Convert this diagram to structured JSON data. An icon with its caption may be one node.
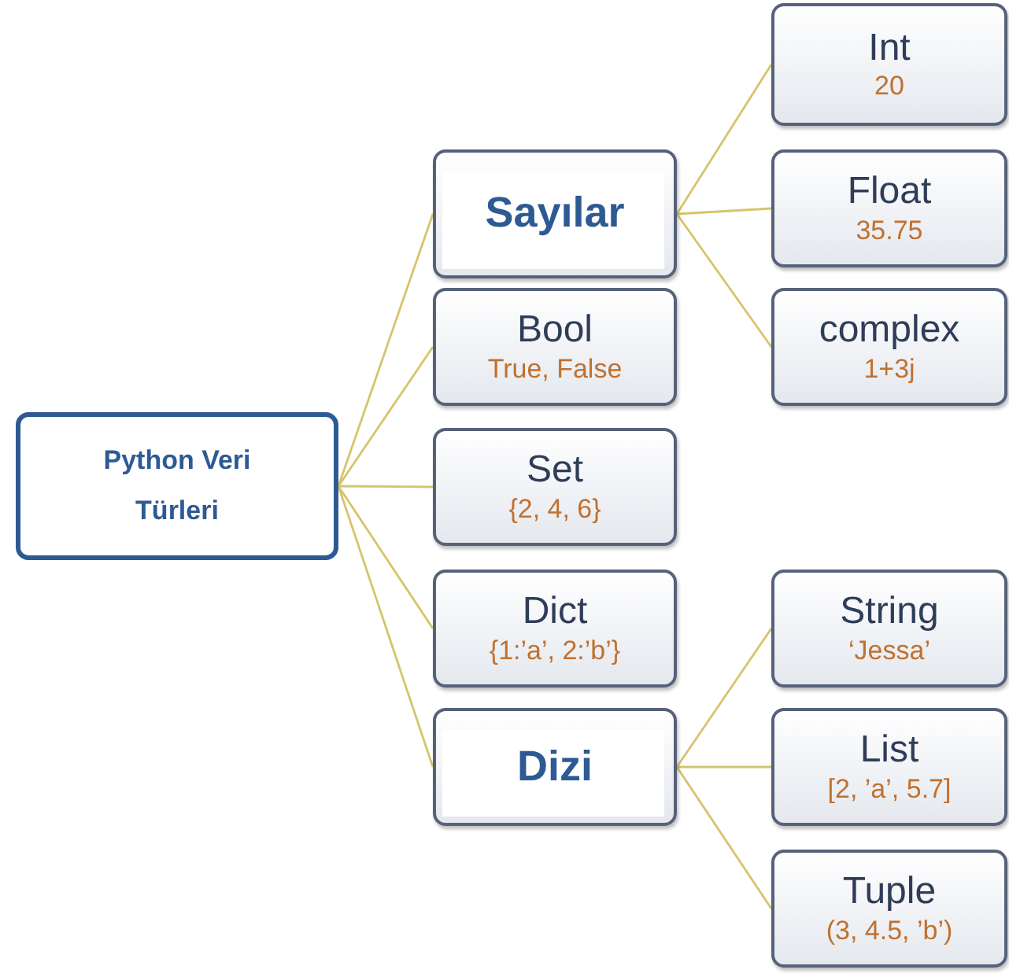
{
  "diagram": {
    "nodes": [
      {
        "text": [
          "Python Veri Türleri"
        ]
      },
      {
        "text": [
          "Sayılar"
        ]
      },
      {
        "text": [
          "Int",
          "20"
        ]
      },
      {
        "text": [
          "Float",
          "35.75"
        ]
      },
      {
        "text": [
          "complex",
          "1+3j"
        ]
      },
      {
        "text": [
          "Bool",
          "True, False"
        ]
      },
      {
        "text": [
          "Set",
          "{2, 4, 6}"
        ]
      },
      {
        "text": [
          "Dict",
          "{1:’a’, 2:’b’}"
        ]
      },
      {
        "text": [
          "Dizi"
        ]
      },
      {
        "text": [
          "String",
          "‘Jessa’"
        ]
      },
      {
        "text": [
          "List",
          "[2, ’a’, 5.7]"
        ]
      },
      {
        "text": [
          "Tuple",
          "(3, 4.5, ’b’)"
        ]
      }
    ],
    "edges": [
      {
        "from": 0,
        "to": 1,
        "arrow": "none"
      },
      {
        "from": 0,
        "to": 5,
        "arrow": "none"
      },
      {
        "from": 0,
        "to": 6,
        "arrow": "none"
      },
      {
        "from": 0,
        "to": 7,
        "arrow": "none"
      },
      {
        "from": 0,
        "to": 8,
        "arrow": "none"
      },
      {
        "from": 1,
        "to": 2,
        "arrow": "none"
      },
      {
        "from": 1,
        "to": 3,
        "arrow": "none"
      },
      {
        "from": 1,
        "to": 4,
        "arrow": "none"
      },
      {
        "from": 8,
        "to": 9,
        "arrow": "none"
      },
      {
        "from": 8,
        "to": 10,
        "arrow": "none"
      },
      {
        "from": 8,
        "to": 11,
        "arrow": "none"
      }
    ]
  }
}
